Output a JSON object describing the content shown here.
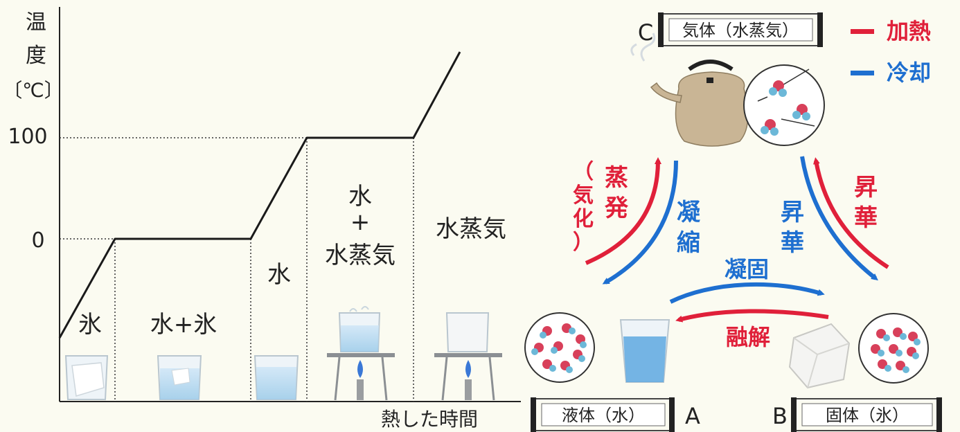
{
  "graph": {
    "y_label": [
      "温",
      "度",
      "〔℃〕"
    ],
    "tick_100": "100",
    "tick_0": "0",
    "x_label": "熱した時間",
    "regions": {
      "ice": "氷",
      "water_ice": "水+氷",
      "water": "水",
      "water_vapor_plus": "水",
      "plus_sign": "+",
      "vapor_in_mix": "水蒸気",
      "vapor": "水蒸気"
    }
  },
  "states": {
    "gas": {
      "letter": "C",
      "label": "気体（水蒸気）"
    },
    "liquid": {
      "letter": "A",
      "label": "液体（水）"
    },
    "solid": {
      "letter": "B",
      "label": "固体（氷）"
    }
  },
  "legend": {
    "heating": "加熱",
    "cooling": "冷却",
    "heating_color": "#e0203a",
    "cooling_color": "#1e6fd0"
  },
  "arrows": {
    "evaporation": "蒸発",
    "vaporization_paren": "（気化）",
    "condensation": "凝縮",
    "sublimation_up": "昇華",
    "sublimation_down": "昇華",
    "freezing": "凝固",
    "melting": "融解"
  }
}
